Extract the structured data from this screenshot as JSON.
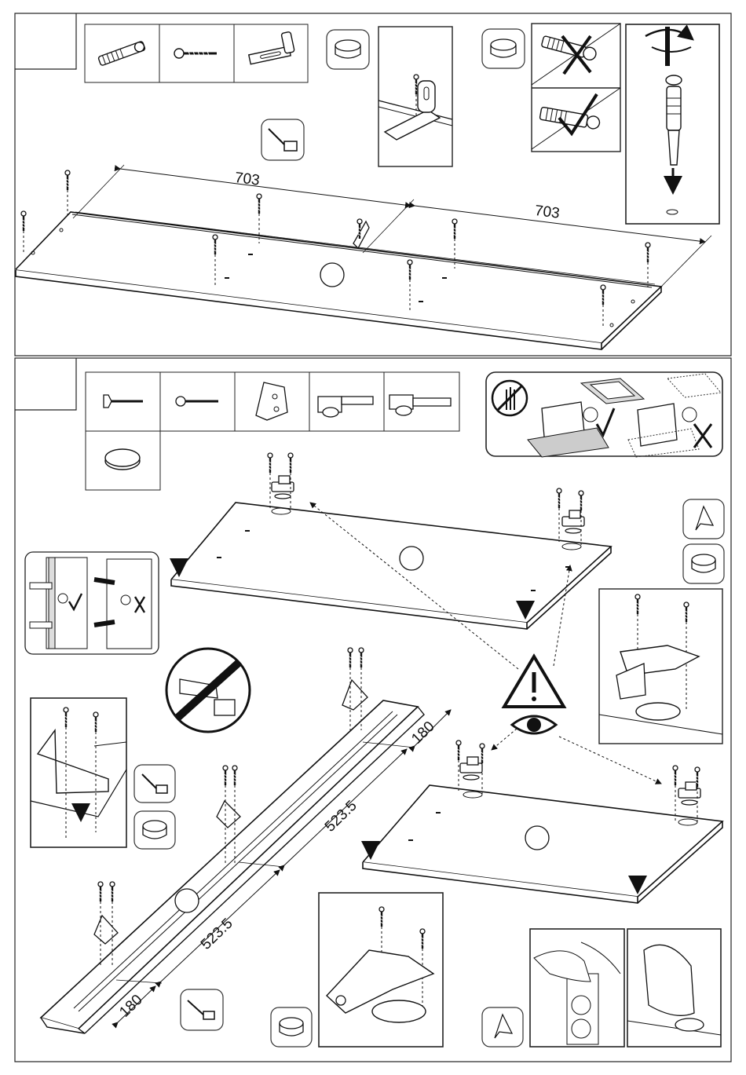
{
  "page": {
    "title": ""
  },
  "step1": {
    "dimensions": {
      "left": "703",
      "right": "703"
    },
    "parts": [
      "cam-dowel",
      "wood-screw",
      "angle-bracket"
    ]
  },
  "step2": {
    "dimensions": {
      "top_offset": "180",
      "upper_span": "523.5",
      "lower_span": "523.5",
      "bottom_offset": "180"
    },
    "parts": [
      "countersunk-screw",
      "pan-head-screw",
      "corner-block",
      "hinge-open",
      "hinge-closed",
      "felt-pad"
    ]
  },
  "colors": {
    "line": "#1a1a1a",
    "panel_fill": "#ffffff",
    "frame_fill": "#f5f5f5"
  }
}
